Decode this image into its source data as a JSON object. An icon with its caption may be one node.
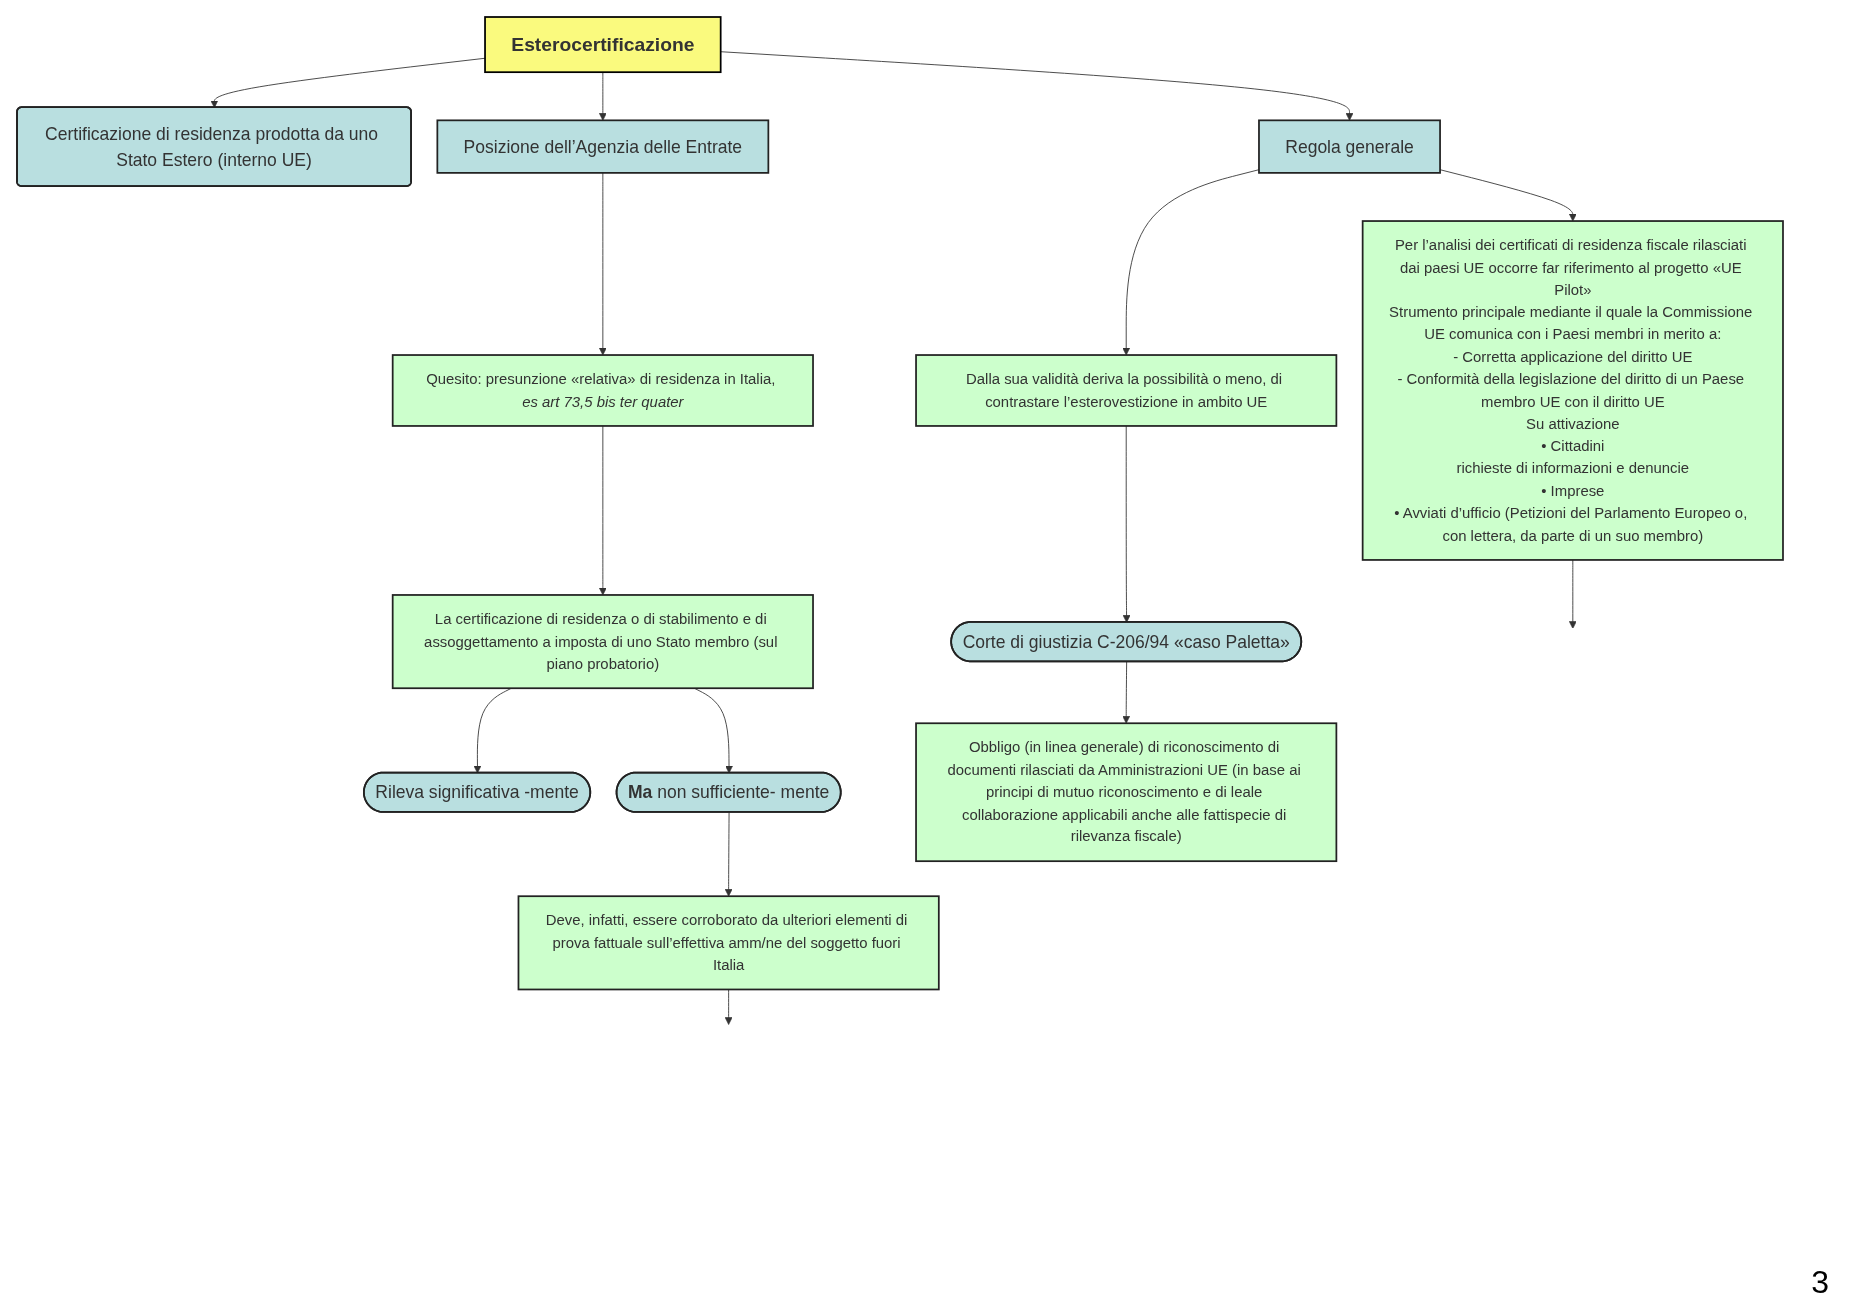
{
  "diagram": {
    "nodes": [
      {
        "text": [
          "Esterocertificazione"
        ]
      },
      {
        "text": [
          "Certificazione di residenza prodotta da uno Stato Estero (interno UE)"
        ]
      },
      {
        "text": [
          "Posizione dell’Agenzia delle Entrate"
        ]
      },
      {
        "text": [
          "Regola generale"
        ]
      },
      {
        "text": [
          "Dalla sua validità deriva la possibilità o meno, di contrastare l’esterovestizione in ambito UE"
        ]
      },
      {
        "text": [
          "Corte di giustizia C-206/94 «caso Paletta»"
        ]
      },
      {
        "text": [
          "Obbligo (in linea generale) di riconoscimento di documenti rilasciati da Amministrazioni UE (in base ai principi di mutuo riconoscimento e di leale collaborazione applicabili anche alle fattispecie di rilevanza fiscale)"
        ]
      },
      {
        "text": [
          "Quesito: presunzione «relativa» di residenza in Italia, *es art 73,5 bis ter quater*"
        ]
      },
      {
        "text": [
          "La certificazione di residenza o di stabilimento e di assoggettamento a imposta di uno Stato membro (sul piano probatorio)"
        ]
      },
      {
        "text": [
          "Rileva significativa -mente"
        ]
      },
      {
        "text": [
          "**Ma** non sufficiente- mente"
        ]
      },
      {
        "text": [
          "Deve, infatti, essere corroborato da ulteriori elementi di prova fattuale sull’effettiva amm/ne del soggetto fuori Italia"
        ]
      },
      {
        "text": [
          "Per l’analisi dei certificati di residenza fiscale rilasciati dai paesi UE occorre far riferimento al progetto «UE Pilot»",
          "Strumento principale mediante il quale la Commissione UE comunica con i Paesi membri in merito a:",
          "- Corretta applicazione del diritto UE",
          "- Conformità della legislazione del diritto di un Paese membro UE con il diritto UE",
          "Su attivazione",
          "• Cittadini",
          "richieste di informazioni e denuncie",
          "• Imprese",
          "• Avviati d’ufficio (Petizioni del Parlamento Europeo o, con lettera, da parte di un suo membro)"
        ]
      }
    ],
    "edges": [
      {
        "from": 0,
        "to": 1,
        "arrow": "to"
      },
      {
        "from": 0,
        "to": 2,
        "arrow": "to"
      },
      {
        "from": 0,
        "to": 3,
        "arrow": "to"
      },
      {
        "from": 3,
        "to": 4,
        "arrow": "to"
      },
      {
        "from": 4,
        "to": 5,
        "arrow": "to"
      },
      {
        "from": 5,
        "to": 6,
        "arrow": "to"
      },
      {
        "from": 2,
        "to": 7,
        "arrow": "to"
      },
      {
        "from": 7,
        "to": 8,
        "arrow": "to"
      },
      {
        "from": 8,
        "to": 9,
        "arrow": "to"
      },
      {
        "from": 8,
        "to": 10,
        "arrow": "to"
      },
      {
        "from": 10,
        "to": 11,
        "arrow": "to"
      },
      {
        "from": 3,
        "to": 12,
        "arrow": "to"
      },
      {
        "from": 11,
        "to": null,
        "arrow": "to"
      },
      {
        "from": 12,
        "to": null,
        "arrow": "to"
      }
    ],
    "labels": [
      "3"
    ]
  }
}
